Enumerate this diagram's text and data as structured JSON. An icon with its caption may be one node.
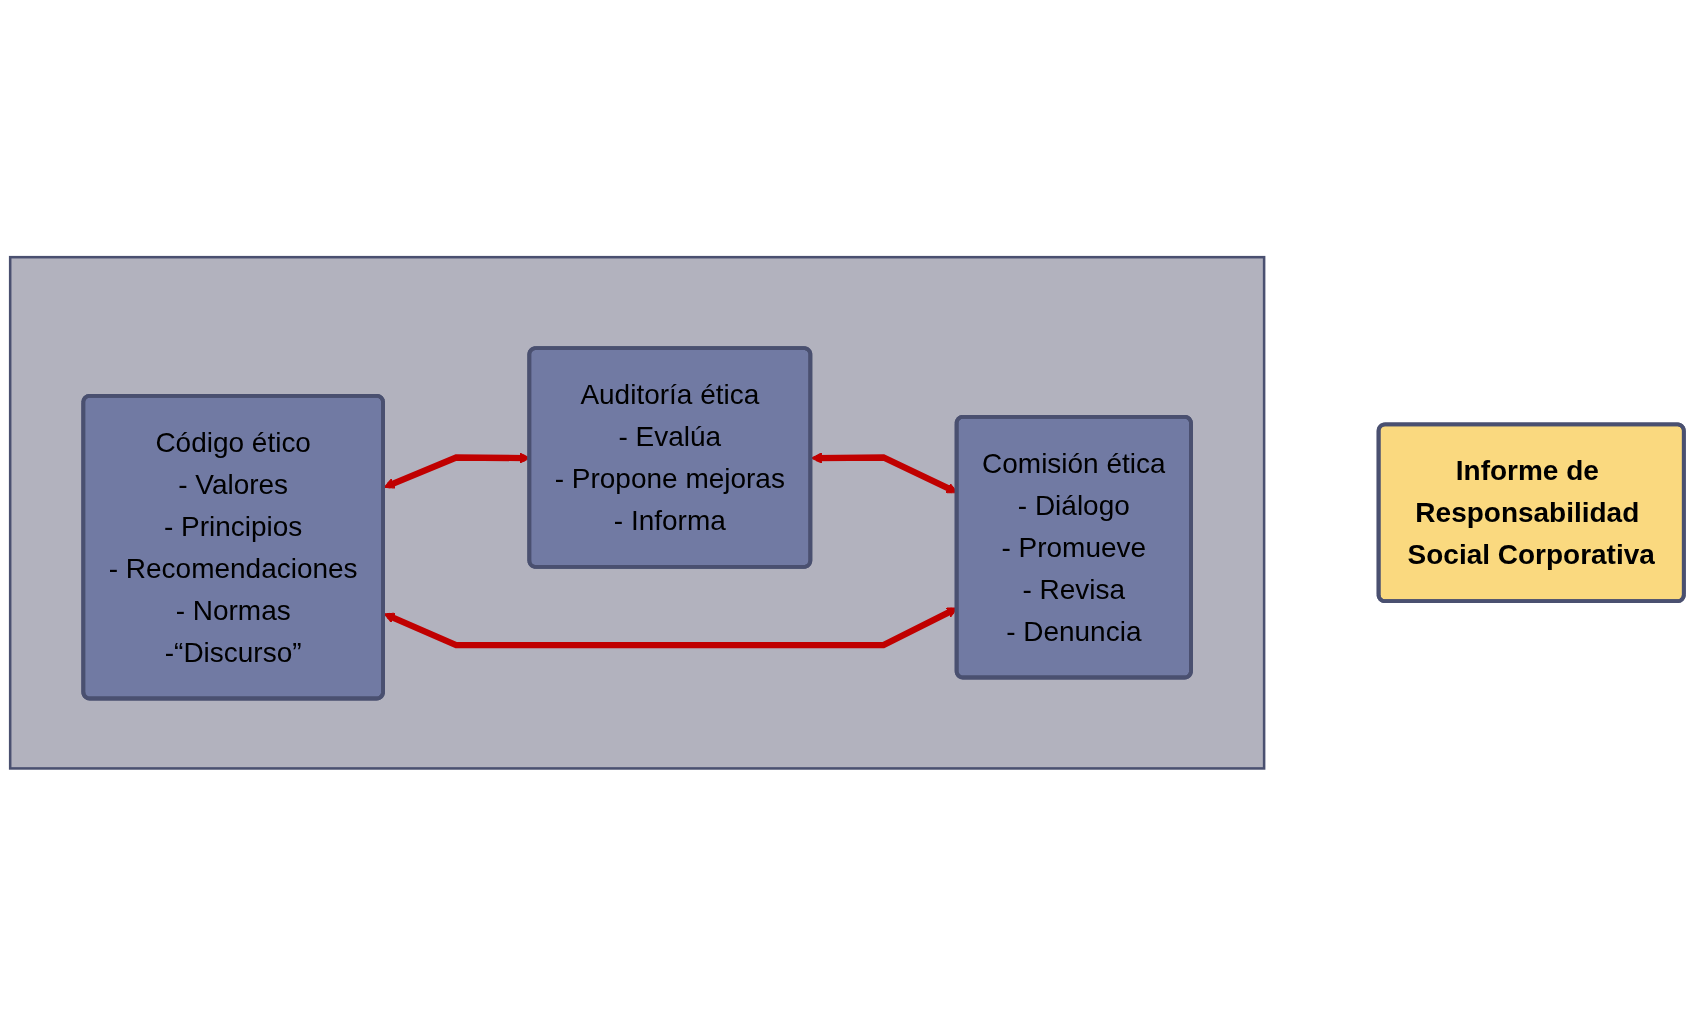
{
  "diagram": {
    "nodes": [
      {
        "text": [
          "Informe de Responsabilidad Social Corporativa"
        ]
      },
      {
        "text": [],
        "shape": "triangle"
      },
      {
        "text": [
          "Auditoría ética",
          "- Evalúa",
          "- Propone mejoras",
          "- Informa"
        ],
        "in": 1
      },
      {
        "text": [
          "Código ético",
          "- Valores",
          "- Principios",
          "- Recomendaciones",
          "- Normas",
          "-“Discurso”"
        ],
        "in": 1
      },
      {
        "text": [
          "Comisión ética",
          "- Diálogo",
          "- Promueve",
          "- Revisa",
          "- Denuncia"
        ],
        "in": 1
      }
    ],
    "edges": [
      {
        "from": 3,
        "to": 2,
        "arrow": "both"
      },
      {
        "from": 2,
        "to": 4,
        "arrow": "both"
      },
      {
        "from": 3,
        "to": 4,
        "arrow": "both"
      }
    ]
  }
}
